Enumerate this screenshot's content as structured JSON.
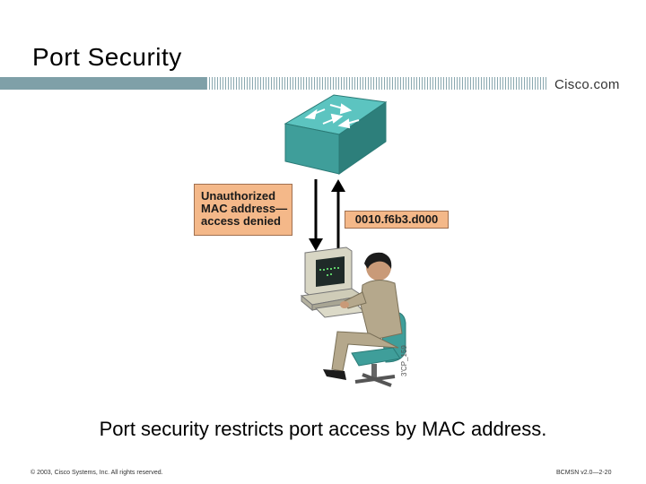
{
  "slide": {
    "title": "Port Security",
    "brand": "Cisco.com",
    "caption": "Port security restricts port access by MAC address.",
    "footer_left": "© 2003, Cisco Systems, Inc. All rights reserved.",
    "footer_right": "BCMSN v2.0—2-20"
  },
  "diagram": {
    "callout_lines": [
      "Unauthorized",
      "MAC address—",
      "access denied"
    ],
    "mac_address": "0010.f6b3.d000",
    "figure_id": "3'CP_159",
    "icons": [
      "switch-icon",
      "computer-icon",
      "user-icon",
      "chair-icon"
    ]
  },
  "colors": {
    "accent_band": "#7fa0a8",
    "switch": "#3f9e9a",
    "label_fill": "#f4b889",
    "shirt": "#b5a88c",
    "chair": "#3f9e9a"
  }
}
